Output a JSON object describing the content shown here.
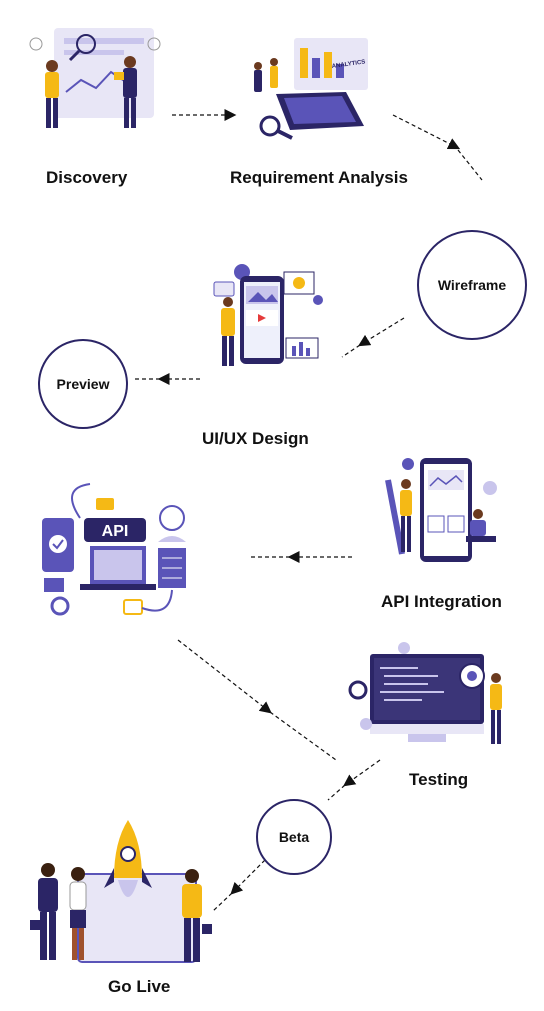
{
  "steps": {
    "discovery": "Discovery",
    "requirement": "Requirement Analysis",
    "wireframe": "Wireframe",
    "preview": "Preview",
    "uiux": "UI/UX Design",
    "api_integration": "API Integration",
    "testing": "Testing",
    "beta": "Beta",
    "golive": "Go Live"
  },
  "illustration_text": {
    "api_badge": "API",
    "analytics_sign": "ANALYTICS"
  },
  "colors": {
    "accent_navy": "#2b2566",
    "accent_yellow": "#f5b915",
    "light_purple": "#e8e6f6",
    "mid_purple": "#5a54b8"
  }
}
